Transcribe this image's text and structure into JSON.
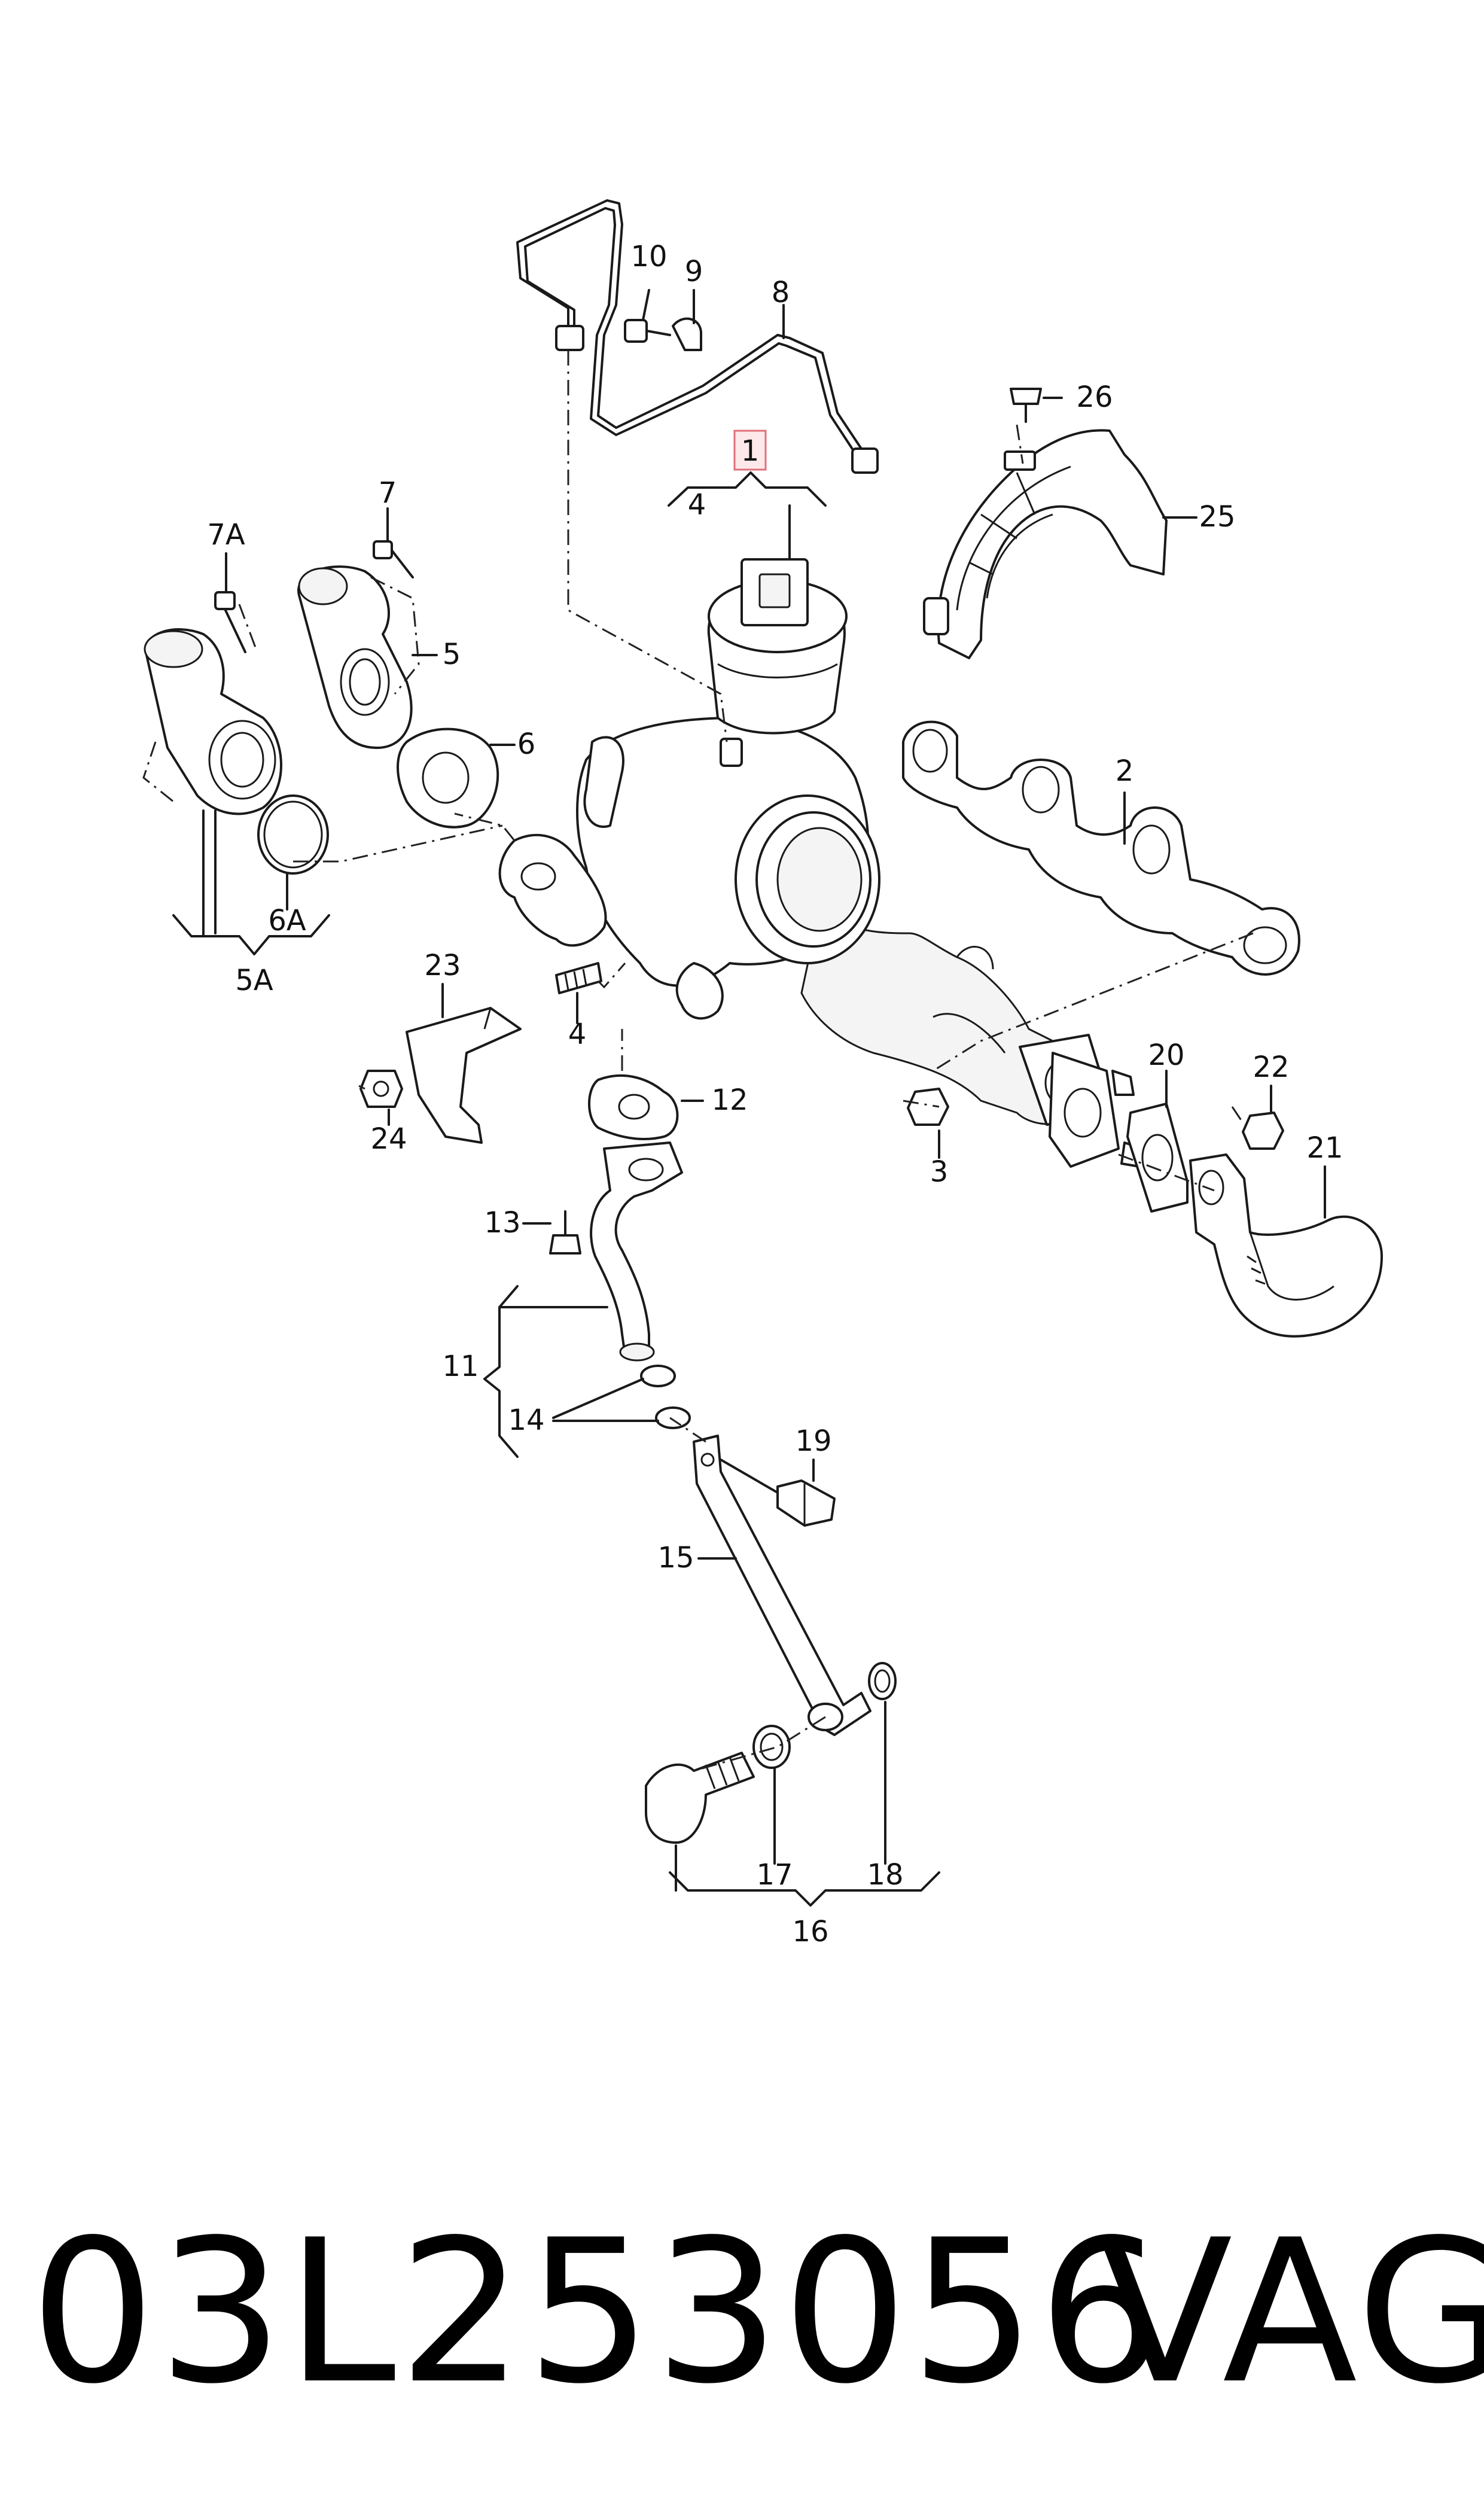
{
  "callouts": {
    "c1": "1",
    "c2": "2",
    "c3": "3",
    "c4a": "4",
    "c4b": "4",
    "c5": "5",
    "c5a": "5A",
    "c6": "6",
    "c6a": "6A",
    "c7": "7",
    "c7a": "7A",
    "c8": "8",
    "c9": "9",
    "c10": "10",
    "c11": "11",
    "c12": "12",
    "c13": "13",
    "c14": "14",
    "c15": "15",
    "c16": "16",
    "c17": "17",
    "c18": "18",
    "c19": "19",
    "c20": "20",
    "c21": "21",
    "c22": "22",
    "c23": "23",
    "c24": "24",
    "c25": "25",
    "c26": "26"
  },
  "highlighted_callout": "1",
  "highlight_color": "#fde8ea",
  "footer": {
    "part_number": "03L253056",
    "brand": "VAG"
  }
}
